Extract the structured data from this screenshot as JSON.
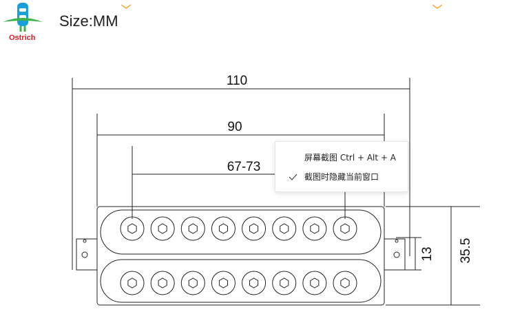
{
  "brand": {
    "name": "Ostrich",
    "color": "#d8202a",
    "logo_primary": "#1aa0d8",
    "logo_secondary": "#3bb34a"
  },
  "header": {
    "size_label": "Size:MM"
  },
  "dimensions": {
    "overall_length": "110",
    "inner_length": "90",
    "pole_spacing": "67-73",
    "height": "35.5",
    "tab_height": "13"
  },
  "pickup": {
    "poles_per_row": 8,
    "rows": 2
  },
  "context_menu": {
    "items": [
      {
        "label": "屏幕截图 Ctrl + Alt + A",
        "checked": false
      },
      {
        "label": "截图时隐藏当前窗口",
        "checked": true
      }
    ]
  },
  "colors": {
    "accent": "#f1a23a",
    "line": "#222222"
  }
}
